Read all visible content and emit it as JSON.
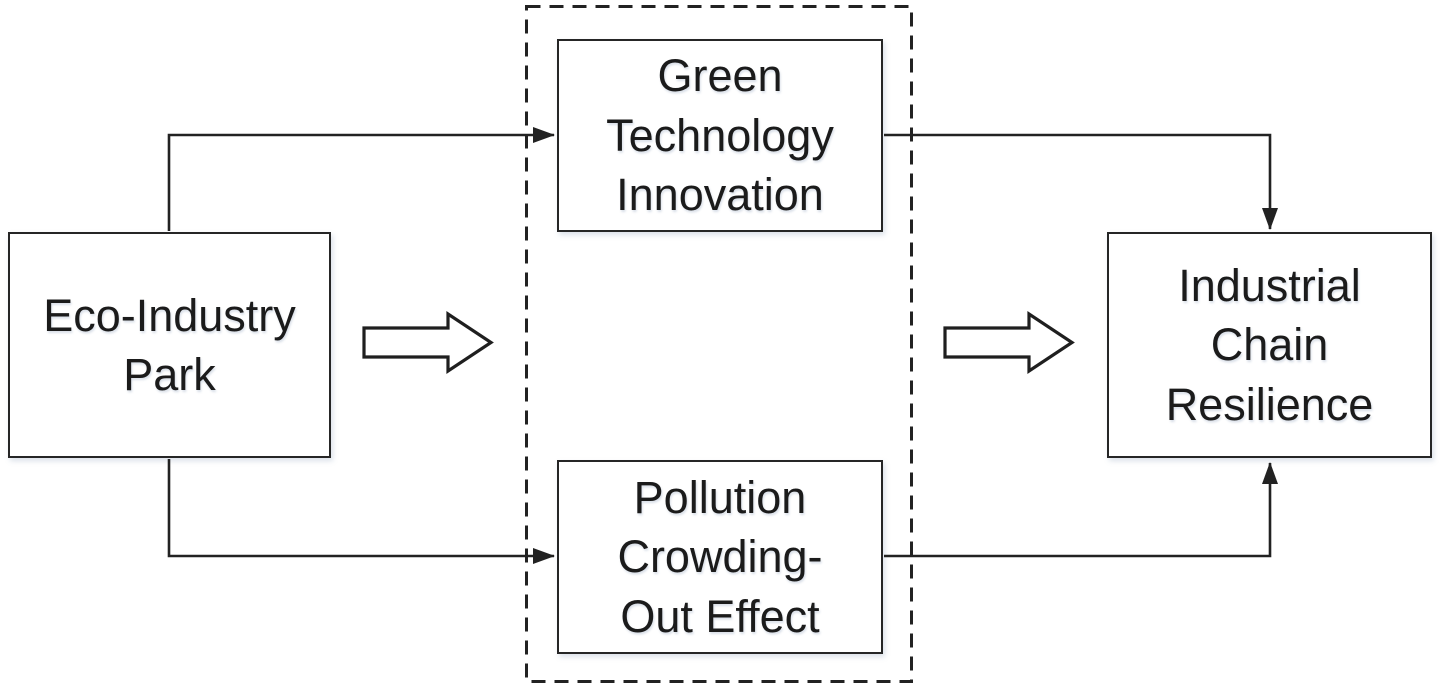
{
  "figure": {
    "background_color": "#ffffff",
    "line_color": "#222222",
    "text_color": "#1b1b1b",
    "nodes": {
      "eco_industry_park": {
        "label": "Eco-Industry\nPark"
      },
      "green_technology_innovation": {
        "label": "Green\nTechnology\nInnovation"
      },
      "pollution_crowding_out_effect": {
        "label": "Pollution\nCrowding-\nOut Effect"
      },
      "industrial_chain_resilience": {
        "label": "Industrial\nChain\nResilience"
      }
    },
    "mediator_group": {
      "border_style": "dashed",
      "contains": [
        "green_technology_innovation",
        "pollution_crowding_out_effect"
      ]
    },
    "edges": [
      {
        "from": "eco_industry_park",
        "to": "green_technology_innovation",
        "style": "thin-arrow"
      },
      {
        "from": "eco_industry_park",
        "to": "pollution_crowding_out_effect",
        "style": "thin-arrow"
      },
      {
        "from": "green_technology_innovation",
        "to": "industrial_chain_resilience",
        "style": "thin-arrow"
      },
      {
        "from": "pollution_crowding_out_effect",
        "to": "industrial_chain_resilience",
        "style": "thin-arrow"
      },
      {
        "from": "eco_industry_park",
        "to": "mediator_group",
        "style": "block-arrow"
      },
      {
        "from": "mediator_group",
        "to": "industrial_chain_resilience",
        "style": "block-arrow"
      }
    ]
  }
}
